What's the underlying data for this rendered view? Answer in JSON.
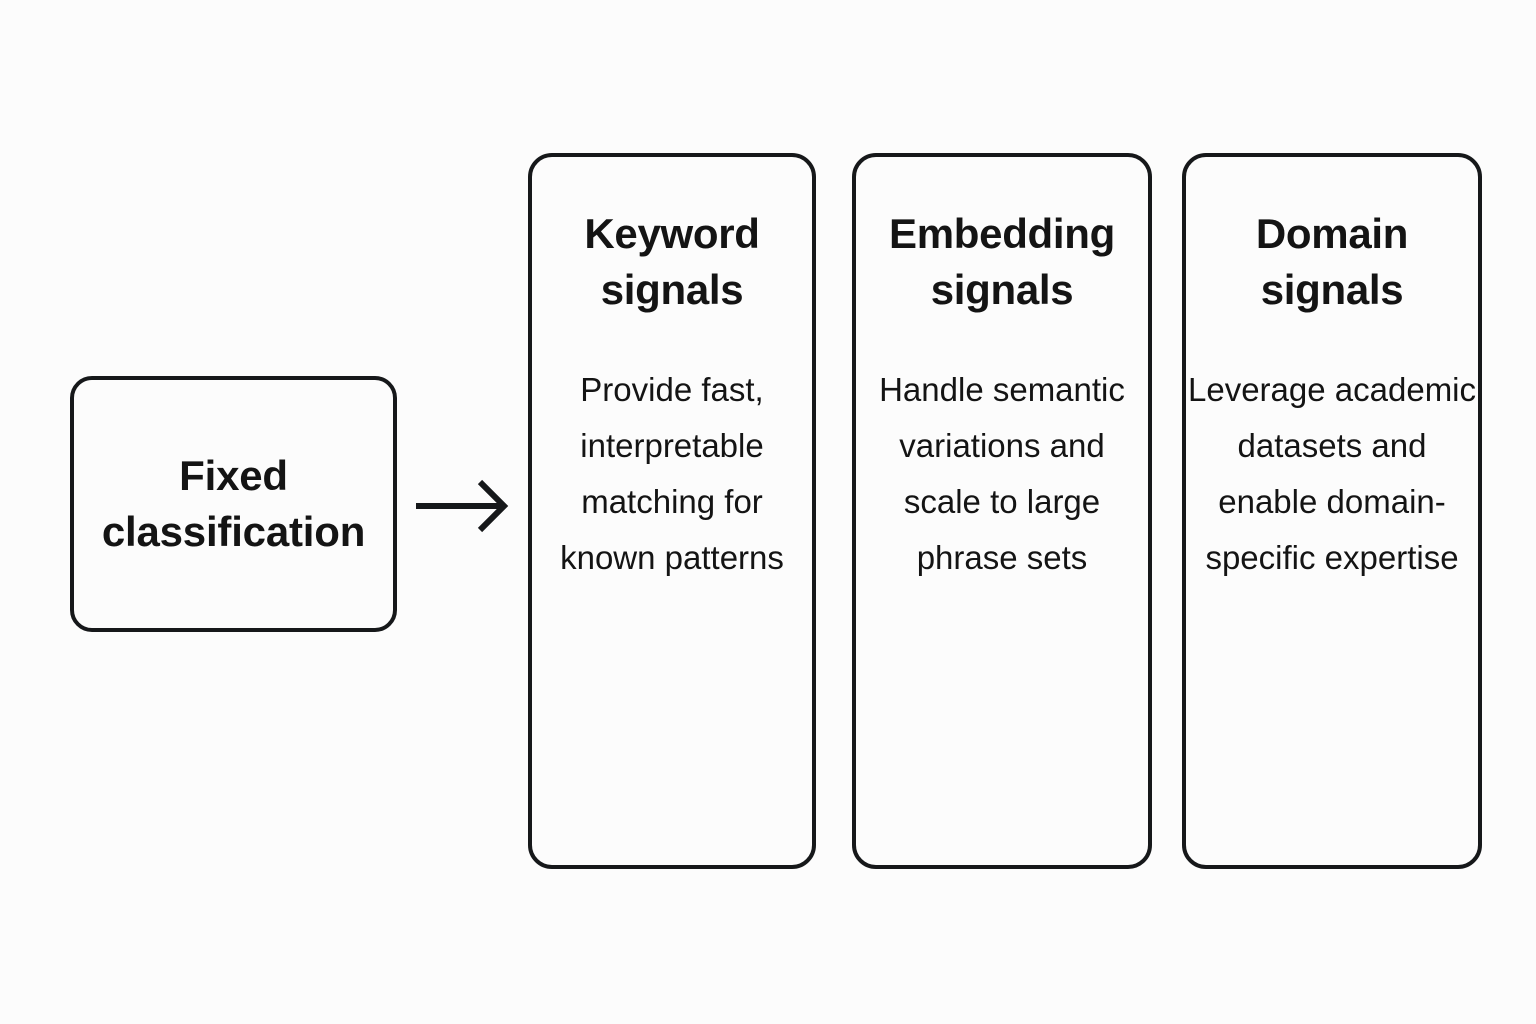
{
  "diagram": {
    "background_color": "#fcfcfc",
    "line_color": "#16181a",
    "text_color": "#141414",
    "source": {
      "label": "Fixed\nclassification"
    },
    "connector": {
      "icon": "arrow-right-icon",
      "direction": "right"
    },
    "cards": [
      {
        "title": "Keyword\nsignals",
        "body": "Provide fast, interpretable matching for known patterns"
      },
      {
        "title": "Embedding\nsignals",
        "body": "Handle semantic variations and scale to large phrase sets"
      },
      {
        "title": "Domain\nsignals",
        "body": "Leverage academic datasets and enable domain-specific expertise"
      }
    ]
  }
}
